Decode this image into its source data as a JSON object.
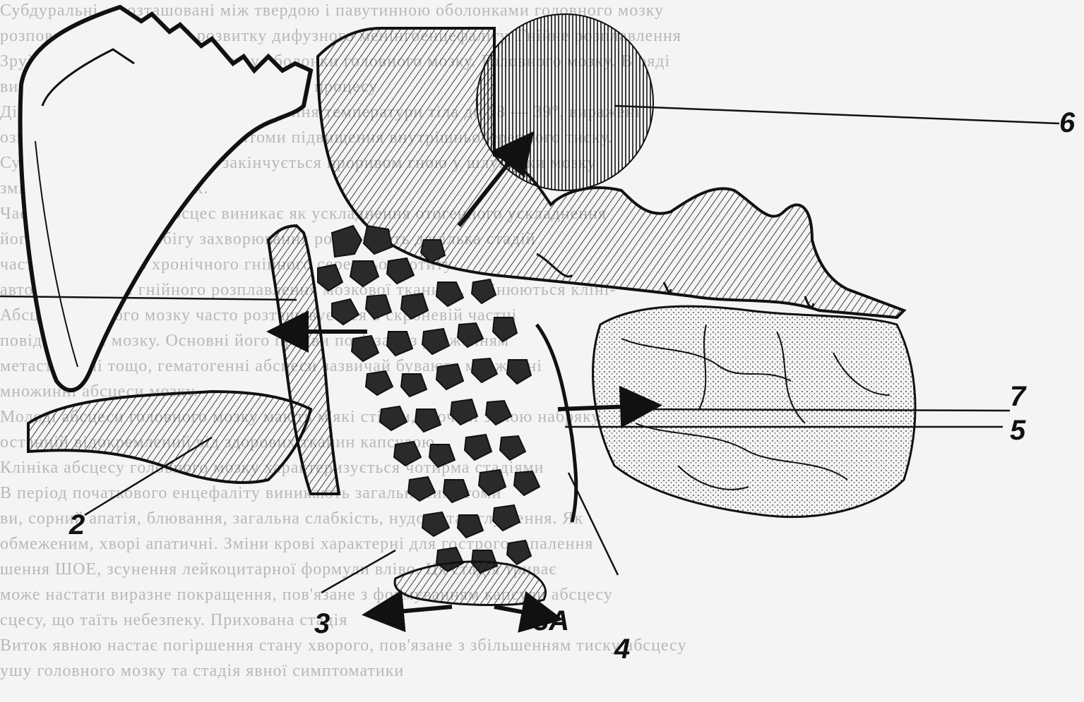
{
  "labels": {
    "l2": "2",
    "l3": "3",
    "l3a": "3А",
    "l4": "4",
    "l5": "5",
    "l6": "6",
    "l7": "7"
  },
  "background_text": {
    "line_01": "Субдуральні... розташовані між твердою і павутинною оболонками головного мозку",
    "line_02": "розповсюдженню гною і розвитку дифузного менінгоенцефаліту. Гнійне розплавлення",
    "line_03": "Зруйнувавши тверду і павутинну оболонки головного мозку. Головного мозку. В ряді",
    "line_04": "випадках при цьому розповсюджується процесу",
    "line_05": "Діагностика — Здебільшого підвищення температури тіла до 38 — 39°, виражені",
    "line_06": "ознаки симптоми, а також симптоми підвищення внутрішньочерепного тиску.",
    "line_07": "Субдуральний абсцес часто закінчується проривом гною у шлуночки мозку",
    "line_08": "змінних змін характерних.",
    "line_09": "Часто субдуральний абсцес виникає як ускладнення отогенного ускладнення",
    "line_10": "його частоти. В перебігу захворювання розрізняють декілька стадій",
    "line_11": "частих ускладнень хронічного гнійного середнього отиту",
    "line_12": "автомати с стадії гнійного розплавлення мозкової тканини. Змінюються кліні-",
    "line_13": "Абсцес головного мозку часто розташовується в скроневій частці",
    "line_14": "повідно місці мозку. Основні його прояви пов'язані з ураженням",
    "line_15": "метастатичні тощо, гематогенні абсцеси зазвичай бувають множинні",
    "line_16": "множинні абсцеси мозку.",
    "line_17": "Молоді абсцеси головного мозку мають м'які стінки, оточені зоною набряку",
    "line_18": "останній відокремлений від здорових тканин капсулою",
    "line_19": "Клініка абсцесу головного мозку характеризується чотирма стадіями",
    "line_20": "В період початкового енцефаліту виникають загальні симптоми",
    "line_21": "ви, сорний апатія, блювання, загальна слабкість, нудота та оглушення. Як",
    "line_22": "обмеженим, хворі апатичні. Зміни крові характерні для гострого запалення",
    "line_23": "шення ШОЕ, зсунення лейкоцитарної формули вліво. Ця стадія триває",
    "line_24": "може настати виразне покращення, пов'язане з формуванням капсули абсцесу",
    "line_25": "сцесу, що таїть небезпеку. Прихована стадія",
    "line_26": "Виток явною настає погіршення стану хворого, пов'язане з збільшенням тиску абсцесу",
    "line_27": "ушу головного мозку та стадія явної симптоматики"
  },
  "colors": {
    "ink": "#111111",
    "paper": "#f4f4f4",
    "bleed_text": "#b8b8b8"
  }
}
